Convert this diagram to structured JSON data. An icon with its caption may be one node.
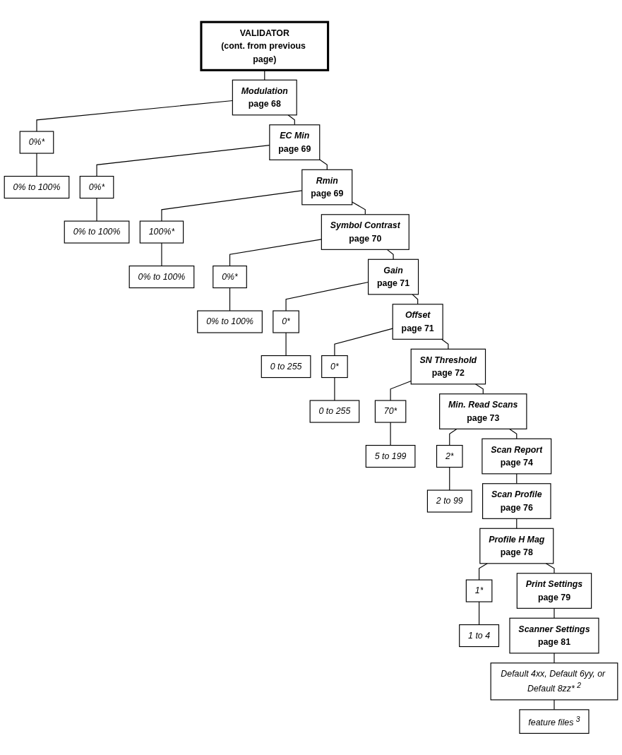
{
  "diagram": {
    "nodes": [
      {
        "text": [
          "VALIDATOR",
          "(cont. from previous page)"
        ]
      },
      {
        "text": [
          "Modulation",
          "page 68"
        ]
      },
      {
        "text": [
          "0%*"
        ]
      },
      {
        "text": [
          "0% to 100%"
        ]
      },
      {
        "text": [
          "EC Min",
          "page 69"
        ]
      },
      {
        "text": [
          "0%*"
        ]
      },
      {
        "text": [
          "0% to 100%"
        ]
      },
      {
        "text": [
          "Rmin",
          "page 69"
        ]
      },
      {
        "text": [
          "100%*"
        ]
      },
      {
        "text": [
          "0% to 100%"
        ]
      },
      {
        "text": [
          "Symbol Contrast",
          "page 70"
        ]
      },
      {
        "text": [
          "0%*"
        ]
      },
      {
        "text": [
          "0% to 100%"
        ]
      },
      {
        "text": [
          "Gain",
          "page 71"
        ]
      },
      {
        "text": [
          "0*"
        ]
      },
      {
        "text": [
          "0 to 255"
        ]
      },
      {
        "text": [
          "Offset",
          "page 71"
        ]
      },
      {
        "text": [
          "0*"
        ]
      },
      {
        "text": [
          "0 to 255"
        ]
      },
      {
        "text": [
          "SN Threshold",
          "page 72"
        ]
      },
      {
        "text": [
          "70*"
        ]
      },
      {
        "text": [
          "5 to 199"
        ]
      },
      {
        "text": [
          "Min. Read Scans",
          "page 73"
        ]
      },
      {
        "text": [
          "2*"
        ]
      },
      {
        "text": [
          "2 to 99"
        ]
      },
      {
        "text": [
          "Scan Report",
          "page 74"
        ]
      },
      {
        "text": [
          "Scan Profile",
          "page 76"
        ]
      },
      {
        "text": [
          "Profile H Mag",
          "page 78"
        ]
      },
      {
        "text": [
          "1*"
        ]
      },
      {
        "text": [
          "1 to 4"
        ]
      },
      {
        "text": [
          "Print Settings",
          "page 79"
        ]
      },
      {
        "text": [
          "Scanner Settings",
          "page 81"
        ]
      },
      {
        "text": [
          "Default 4xx, Default 6yy, or Default 8zz* $^{2}$"
        ]
      },
      {
        "text": [
          "feature files $^{3}$"
        ]
      }
    ],
    "edges": [
      {
        "from": 0,
        "to": 1,
        "arrow": "none"
      },
      {
        "from": 1,
        "to": 2,
        "arrow": "none"
      },
      {
        "from": 2,
        "to": 3,
        "arrow": "none"
      },
      {
        "from": 1,
        "to": 4,
        "arrow": "none"
      },
      {
        "from": 4,
        "to": 5,
        "arrow": "none"
      },
      {
        "from": 5,
        "to": 6,
        "arrow": "none"
      },
      {
        "from": 4,
        "to": 7,
        "arrow": "none"
      },
      {
        "from": 7,
        "to": 8,
        "arrow": "none"
      },
      {
        "from": 8,
        "to": 9,
        "arrow": "none"
      },
      {
        "from": 7,
        "to": 10,
        "arrow": "none"
      },
      {
        "from": 10,
        "to": 11,
        "arrow": "none"
      },
      {
        "from": 11,
        "to": 12,
        "arrow": "none"
      },
      {
        "from": 10,
        "to": 13,
        "arrow": "none"
      },
      {
        "from": 13,
        "to": 14,
        "arrow": "none"
      },
      {
        "from": 14,
        "to": 15,
        "arrow": "none"
      },
      {
        "from": 13,
        "to": 16,
        "arrow": "none"
      },
      {
        "from": 16,
        "to": 17,
        "arrow": "none"
      },
      {
        "from": 17,
        "to": 18,
        "arrow": "none"
      },
      {
        "from": 16,
        "to": 19,
        "arrow": "none"
      },
      {
        "from": 19,
        "to": 20,
        "arrow": "none"
      },
      {
        "from": 20,
        "to": 21,
        "arrow": "none"
      },
      {
        "from": 19,
        "to": 22,
        "arrow": "none"
      },
      {
        "from": 22,
        "to": 23,
        "arrow": "none"
      },
      {
        "from": 23,
        "to": 24,
        "arrow": "none"
      },
      {
        "from": 22,
        "to": 25,
        "arrow": "none"
      },
      {
        "from": 25,
        "to": 26,
        "arrow": "none"
      },
      {
        "from": 26,
        "to": 27,
        "arrow": "none"
      },
      {
        "from": 27,
        "to": 28,
        "arrow": "none"
      },
      {
        "from": 28,
        "to": 29,
        "arrow": "none"
      },
      {
        "from": 27,
        "to": 30,
        "arrow": "none"
      },
      {
        "from": 30,
        "to": 31,
        "arrow": "none"
      },
      {
        "from": 31,
        "to": 32,
        "arrow": "none"
      },
      {
        "from": 32,
        "to": 33,
        "arrow": "none"
      }
    ]
  }
}
